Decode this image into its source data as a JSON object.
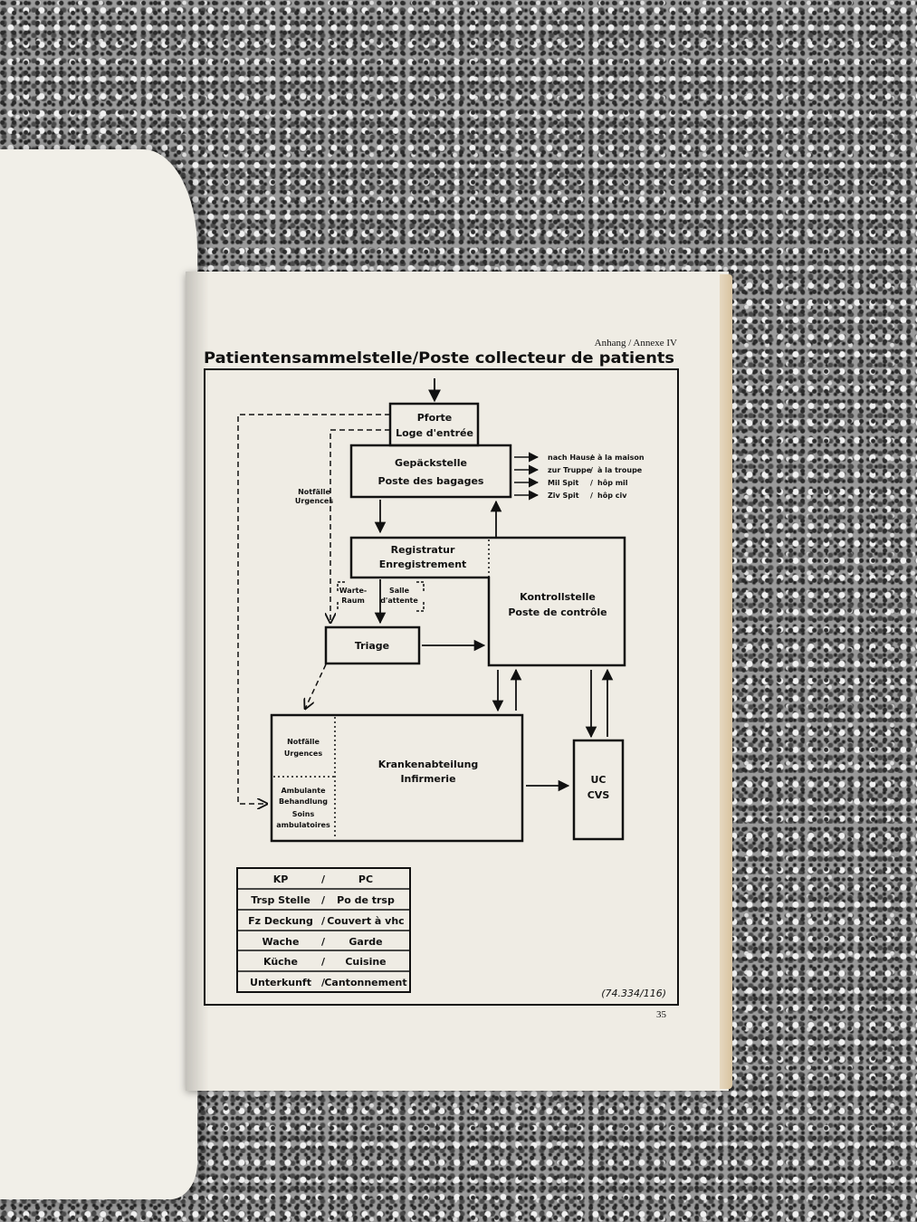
{
  "header": {
    "annex": "Anhang / Annexe IV",
    "title": "Patientensammelstelle/Poste collecteur de patients"
  },
  "boxes": {
    "pforte": [
      "Pforte",
      "Loge d'entrée"
    ],
    "gepaeck": [
      "Gepäckstelle",
      "Poste des bagages"
    ],
    "registratur": [
      "Registratur",
      "Enregistrement"
    ],
    "kontroll": [
      "Kontrollstelle",
      "Poste de contrôle"
    ],
    "warte": [
      "Warte-",
      "Raum"
    ],
    "salle": [
      "Salle",
      "d'attente"
    ],
    "triage": "Triage",
    "notfaelle_inner": [
      "Notfälle",
      "Urgences"
    ],
    "ambulant": [
      "Ambulante",
      "Behandlung",
      "Soins",
      "ambulatoires"
    ],
    "kranken": [
      "Krankenabteilung",
      "Infirmerie"
    ],
    "uc": [
      "UC",
      "CVS"
    ]
  },
  "side_label": [
    "Notfälle",
    "Urgences"
  ],
  "exits": [
    {
      "de": "nach Hause",
      "fr": "à la maison"
    },
    {
      "de": "zur Truppe",
      "fr": "à la troupe"
    },
    {
      "de": "Mil Spit",
      "fr": "hôp mil"
    },
    {
      "de": "Ziv Spit",
      "fr": "hôp civ"
    }
  ],
  "legend": [
    {
      "de": "KP",
      "fr": "PC"
    },
    {
      "de": "Trsp Stelle",
      "fr": "Po de trsp"
    },
    {
      "de": "Fz Deckung",
      "fr": "Couvert à vhc"
    },
    {
      "de": "Wache",
      "fr": "Garde"
    },
    {
      "de": "Küche",
      "fr": "Cuisine"
    },
    {
      "de": "Unterkunft",
      "fr": "Cantonnement"
    }
  ],
  "legend_sep": "/",
  "exit_sep": "/",
  "reference": "(74.334/116)",
  "page_number": "35"
}
